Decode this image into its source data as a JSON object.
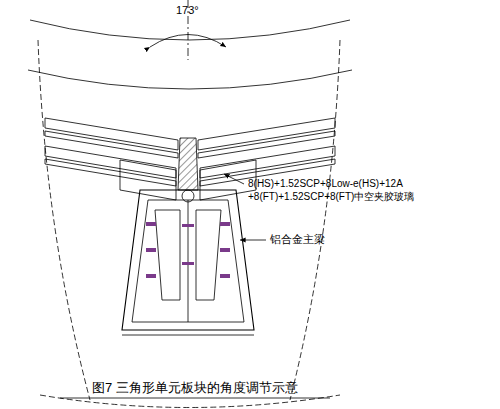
{
  "diagram": {
    "caption": "图7 三角形单元板块的角度调节示意",
    "labels": [
      "173°",
      "8(HS)+1.52SCP+8Low-e(HS)+12A +8(FT)+1.52SCP+8(FT)中空夹胶玻璃",
      "铝合金主梁"
    ]
  }
}
